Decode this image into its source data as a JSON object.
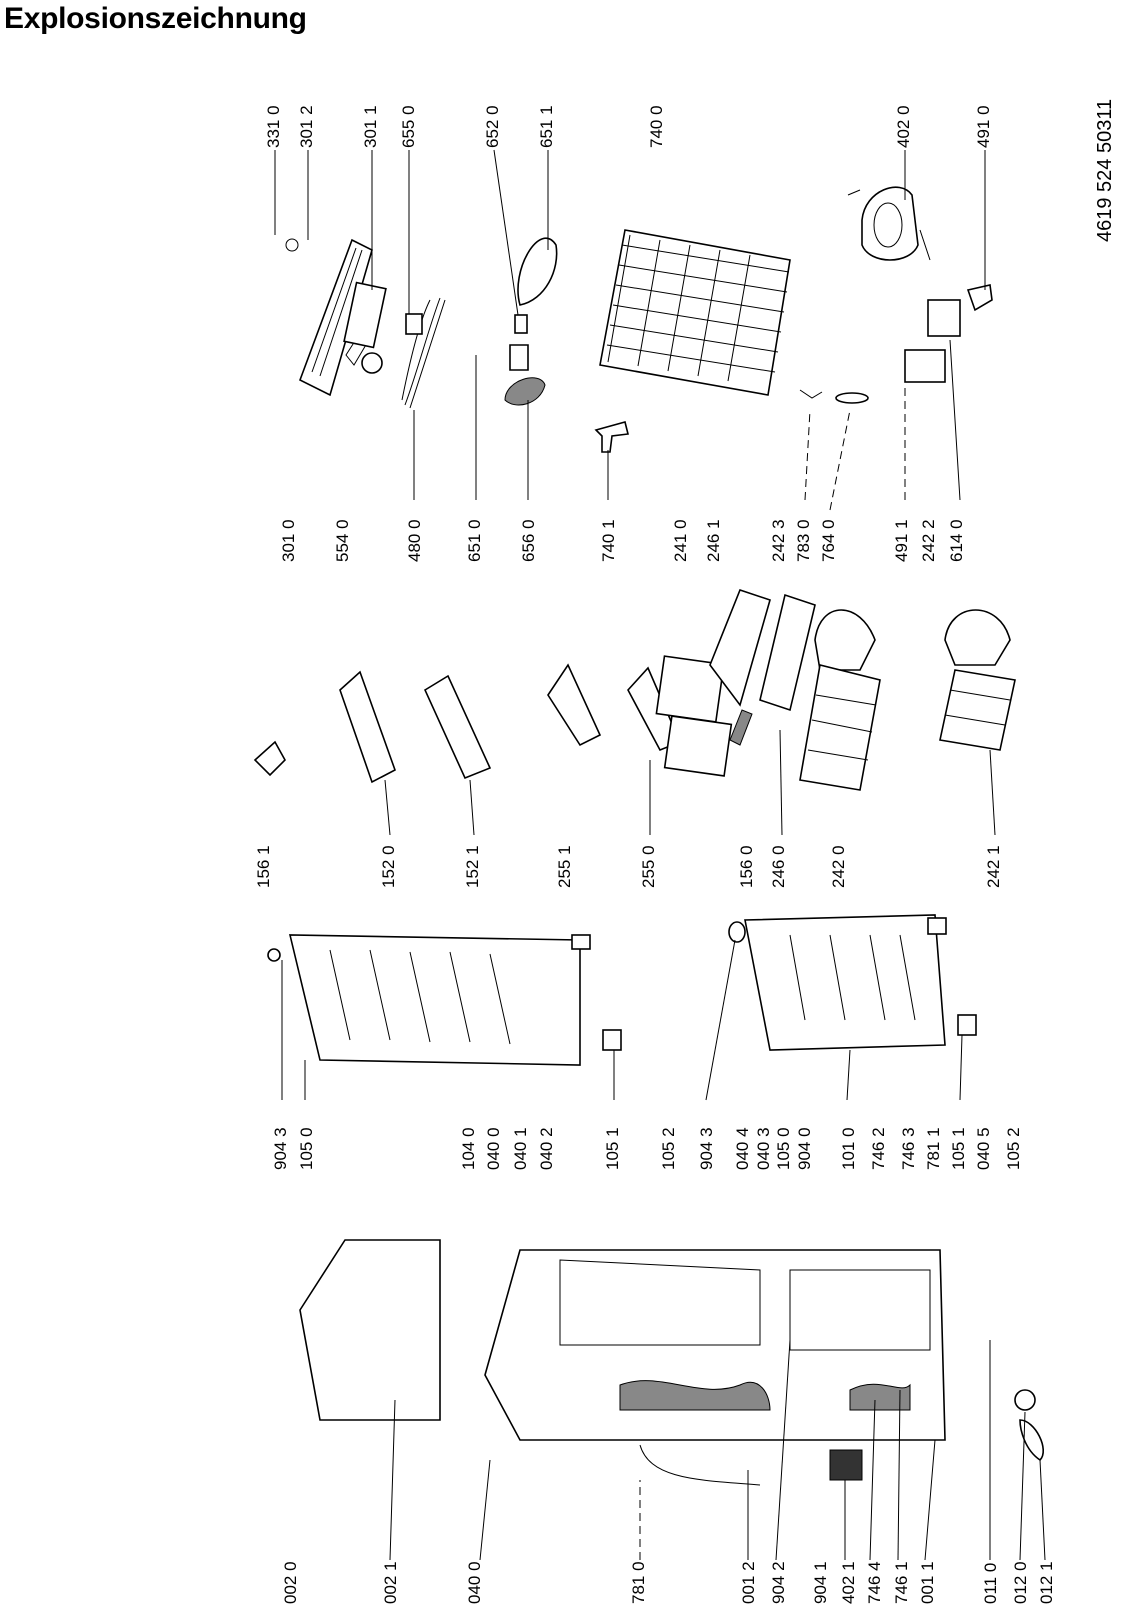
{
  "title": "Explosionszeichnung",
  "document_number": "4619 524 50311",
  "labels": {
    "top_left": [
      "331 0",
      "301 2",
      "301 1",
      "655 0",
      "652 0",
      "651 1",
      "740 0",
      "402 0",
      "491 0"
    ],
    "top_mid": [
      "301 0",
      "554 0",
      "480 0",
      "651 0",
      "656 0",
      "740 1",
      "241 0",
      "246 1",
      "242 3",
      "783 0",
      "764 0",
      "491 1",
      "242 2",
      "614 0"
    ],
    "mid": [
      "156 1",
      "152 0",
      "152 1",
      "255 1",
      "255 0",
      "156 0",
      "246 0",
      "242 0",
      "242 1"
    ],
    "door": [
      "904 3",
      "105 0",
      "104 0",
      "040 0",
      "040 1",
      "040 2",
      "105 1",
      "105 2",
      "904 3",
      "040 4",
      "040 3",
      "105 0",
      "904 0",
      "101 0",
      "746 2",
      "746 3",
      "781 1",
      "105 1",
      "040 5",
      "105 2"
    ],
    "bottom": [
      "002 0",
      "002 1",
      "040 0",
      "781 0",
      "001 2",
      "904 2",
      "904 1",
      "402 1",
      "746 4",
      "746 1",
      "001 1",
      "011 0",
      "012 0",
      "012 1"
    ]
  }
}
